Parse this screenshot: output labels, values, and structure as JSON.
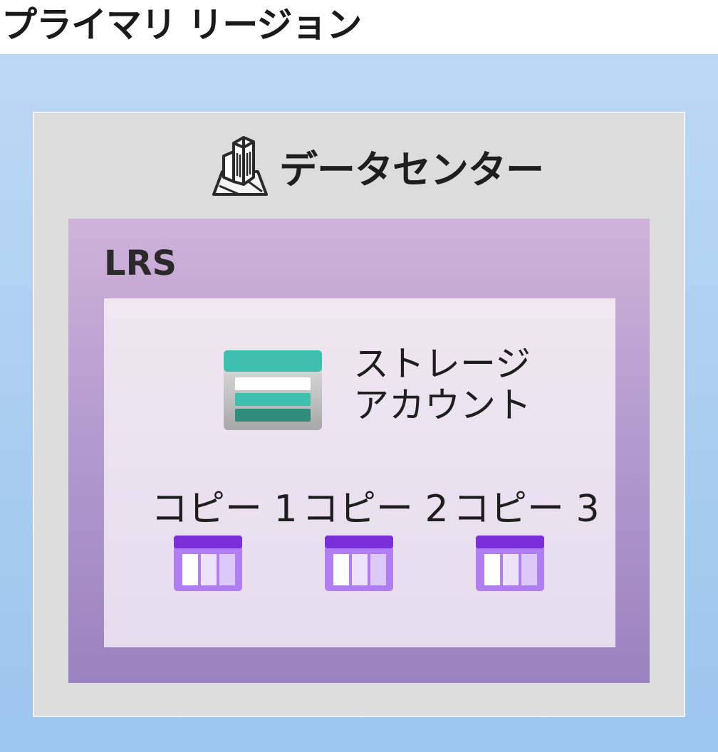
{
  "region": {
    "title": "プライマリ リージョン"
  },
  "datacenter": {
    "label": "データセンター",
    "icon": "datacenter-building-icon"
  },
  "lrs": {
    "label": "LRS"
  },
  "storage_account": {
    "label_line1": "ストレージ",
    "label_line2": "アカウント",
    "icon": "storage-account-icon"
  },
  "copies": [
    {
      "label": "コピー 1",
      "icon": "table-copy-icon"
    },
    {
      "label": "コピー 2",
      "icon": "table-copy-icon"
    },
    {
      "label": "コピー 3",
      "icon": "table-copy-icon"
    }
  ],
  "colors": {
    "region_bg": "#a9cdf0",
    "datacenter_bg": "#dcdcdc",
    "lrs_bg": "#b49bcf",
    "inner_bg": "#ebe2ef",
    "storage_teal": "#3fbfae",
    "storage_dark_teal": "#2e8c7c",
    "copy_purple": "#8c3fe6",
    "copy_light_purple": "#b07ef0"
  }
}
